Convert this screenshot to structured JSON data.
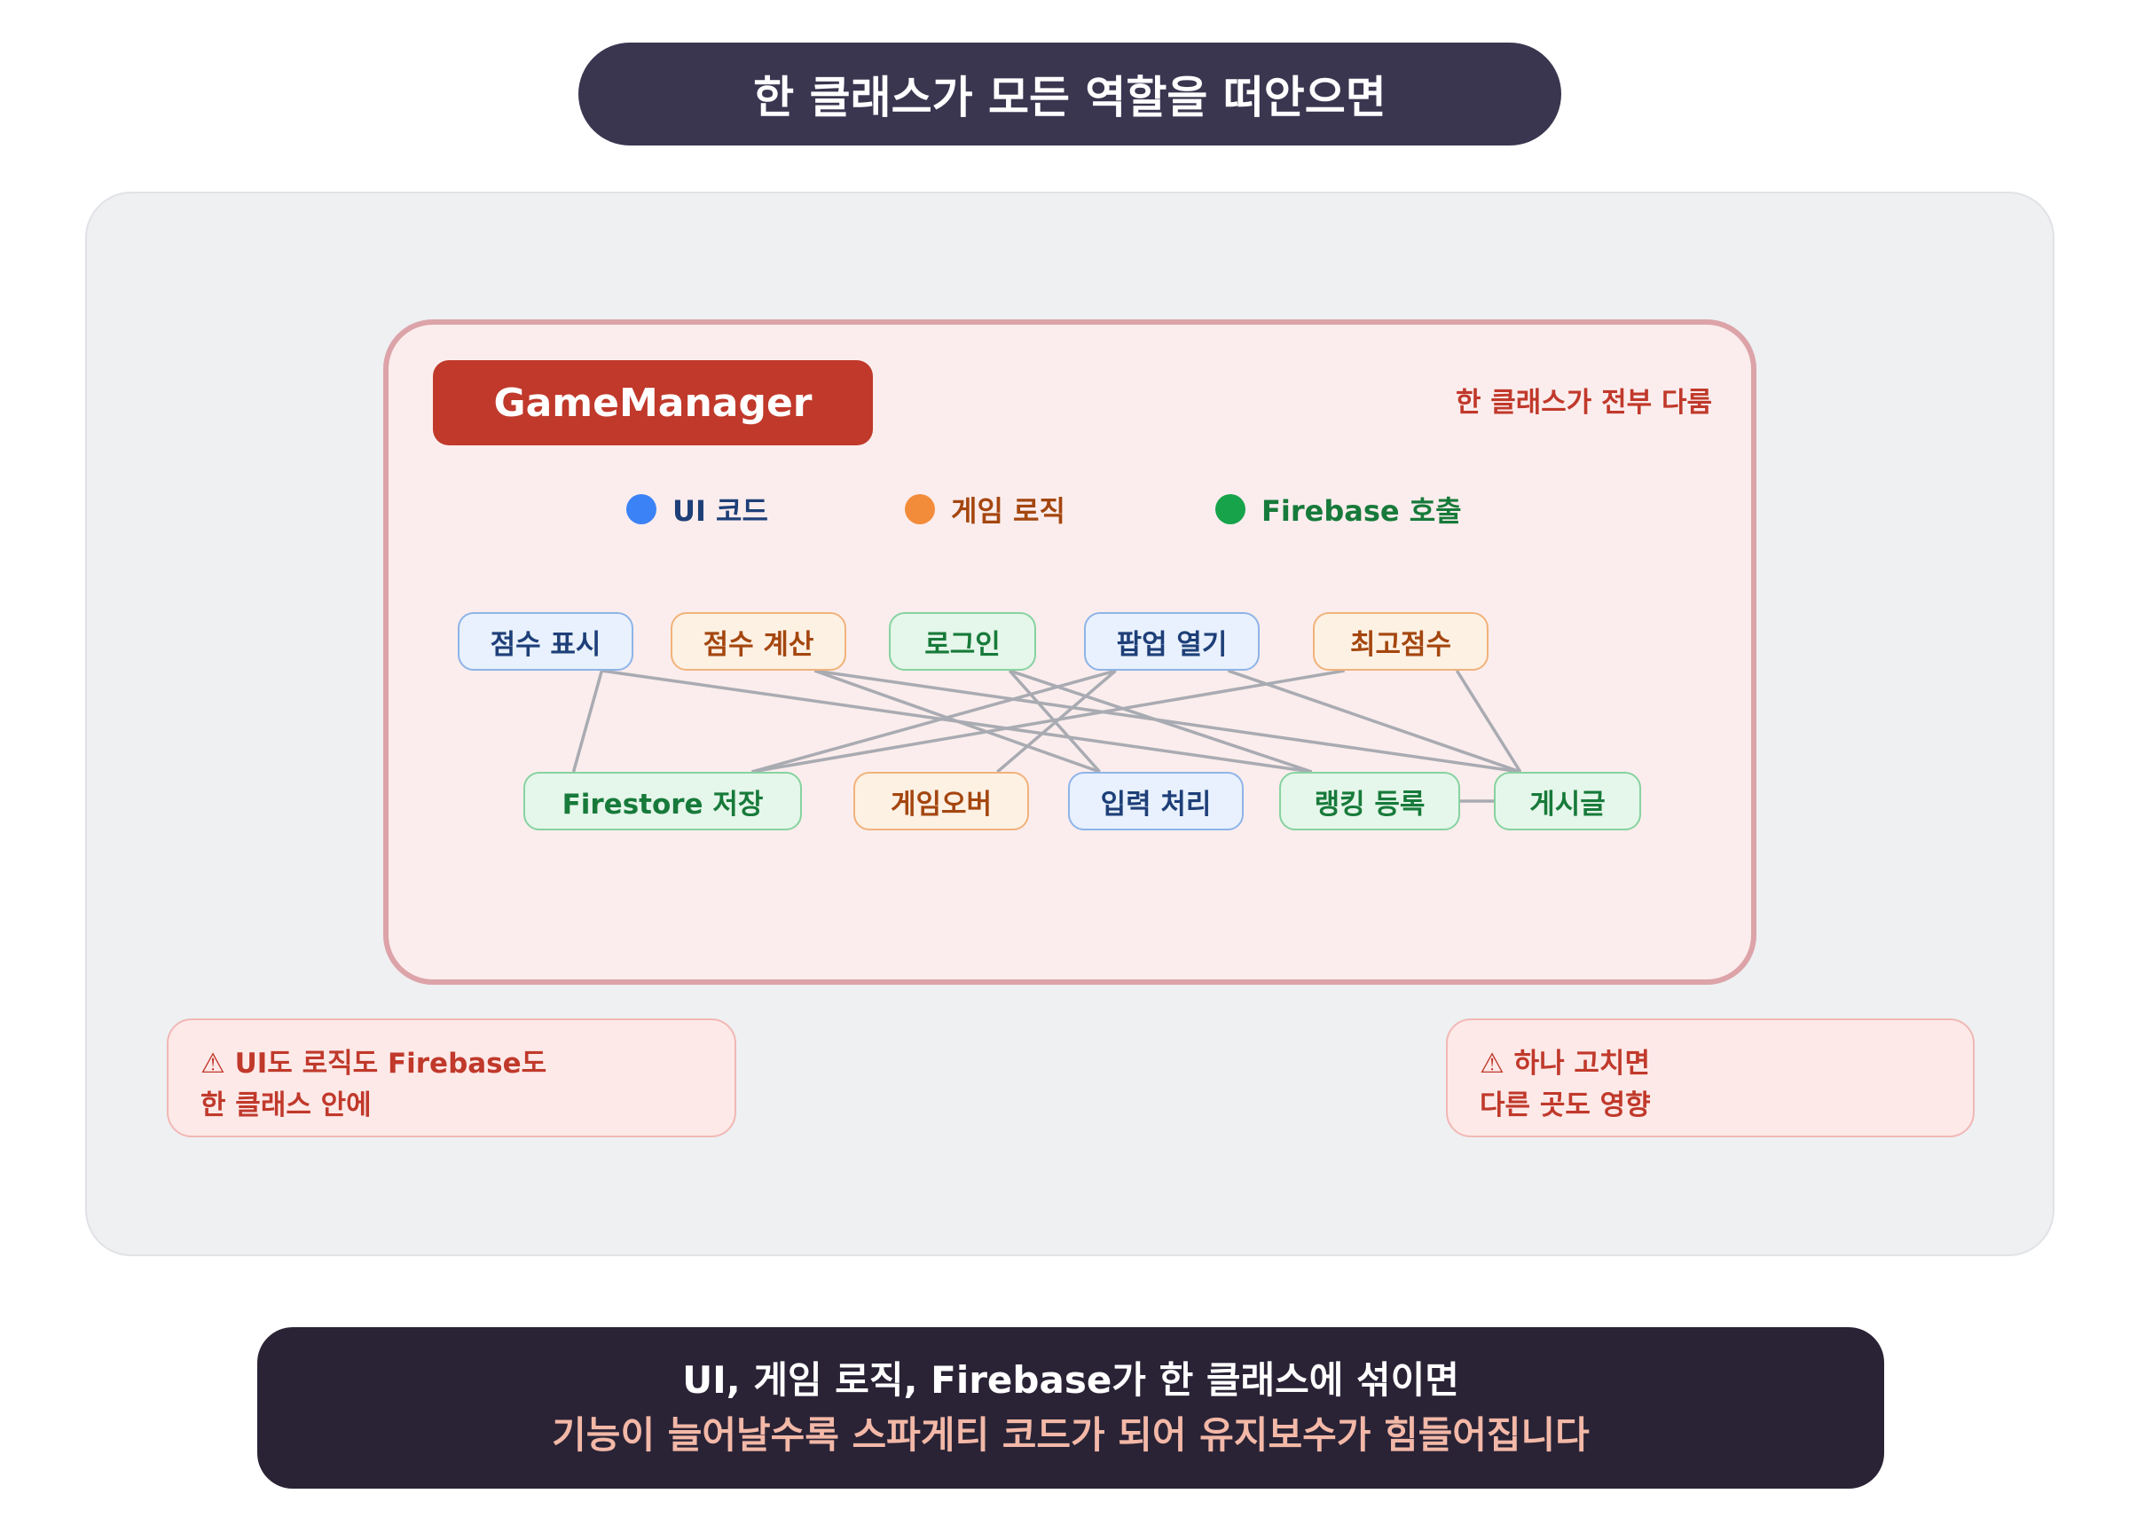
{
  "title": "한 클래스가 모든 역할을 떠안으면",
  "game_manager": {
    "name": "GameManager",
    "note": "한 클래스가 전부 다룸"
  },
  "legend": [
    {
      "label": "UI 코드",
      "color": "#3b82f6"
    },
    {
      "label": "게임 로직",
      "color": "#f28c3a"
    },
    {
      "label": "Firebase 호출",
      "color": "#16a34a"
    }
  ],
  "nodes": {
    "score_display": {
      "label": "점수 표시",
      "kind": "ui"
    },
    "score_calc": {
      "label": "점수 계산",
      "kind": "logic"
    },
    "login": {
      "label": "로그인",
      "kind": "firebase"
    },
    "open_popup": {
      "label": "팝업 열기",
      "kind": "ui"
    },
    "high_score": {
      "label": "최고점수",
      "kind": "logic"
    },
    "firestore_save": {
      "label": "Firestore 저장",
      "kind": "firebase"
    },
    "game_over": {
      "label": "게임오버",
      "kind": "logic"
    },
    "input_handling": {
      "label": "입력 처리",
      "kind": "ui"
    },
    "ranking_register": {
      "label": "랭킹 등록",
      "kind": "firebase"
    },
    "post": {
      "label": "게시글",
      "kind": "firebase"
    }
  },
  "links": [
    [
      "score_display",
      "firestore_save"
    ],
    [
      "score_display",
      "ranking_register"
    ],
    [
      "score_calc",
      "input_handling"
    ],
    [
      "score_calc",
      "post"
    ],
    [
      "login",
      "input_handling"
    ],
    [
      "login",
      "ranking_register"
    ],
    [
      "open_popup",
      "firestore_save"
    ],
    [
      "open_popup",
      "game_over"
    ],
    [
      "open_popup",
      "post"
    ],
    [
      "high_score",
      "firestore_save"
    ],
    [
      "high_score",
      "post"
    ],
    [
      "ranking_register",
      "post"
    ]
  ],
  "warnings": {
    "left": {
      "line1": "⚠ UI도 로직도 Firebase도",
      "line2": "한 클래스 안에"
    },
    "right": {
      "line1": "⚠ 하나 고치면",
      "line2": "다른 곳도 영향"
    }
  },
  "summary": {
    "line1": "UI, 게임 로직, Firebase가 한 클래스에 섞이면",
    "line2": "기능이 늘어날수록 스파게티 코드가 되어 유지보수가 힘들어집니다"
  },
  "colors": {
    "ui_text": "#1e3f78",
    "logic_text": "#a4460f",
    "firebase_text": "#177a3a",
    "accent_red": "#c0392b",
    "link_gray": "#a9abb2"
  }
}
